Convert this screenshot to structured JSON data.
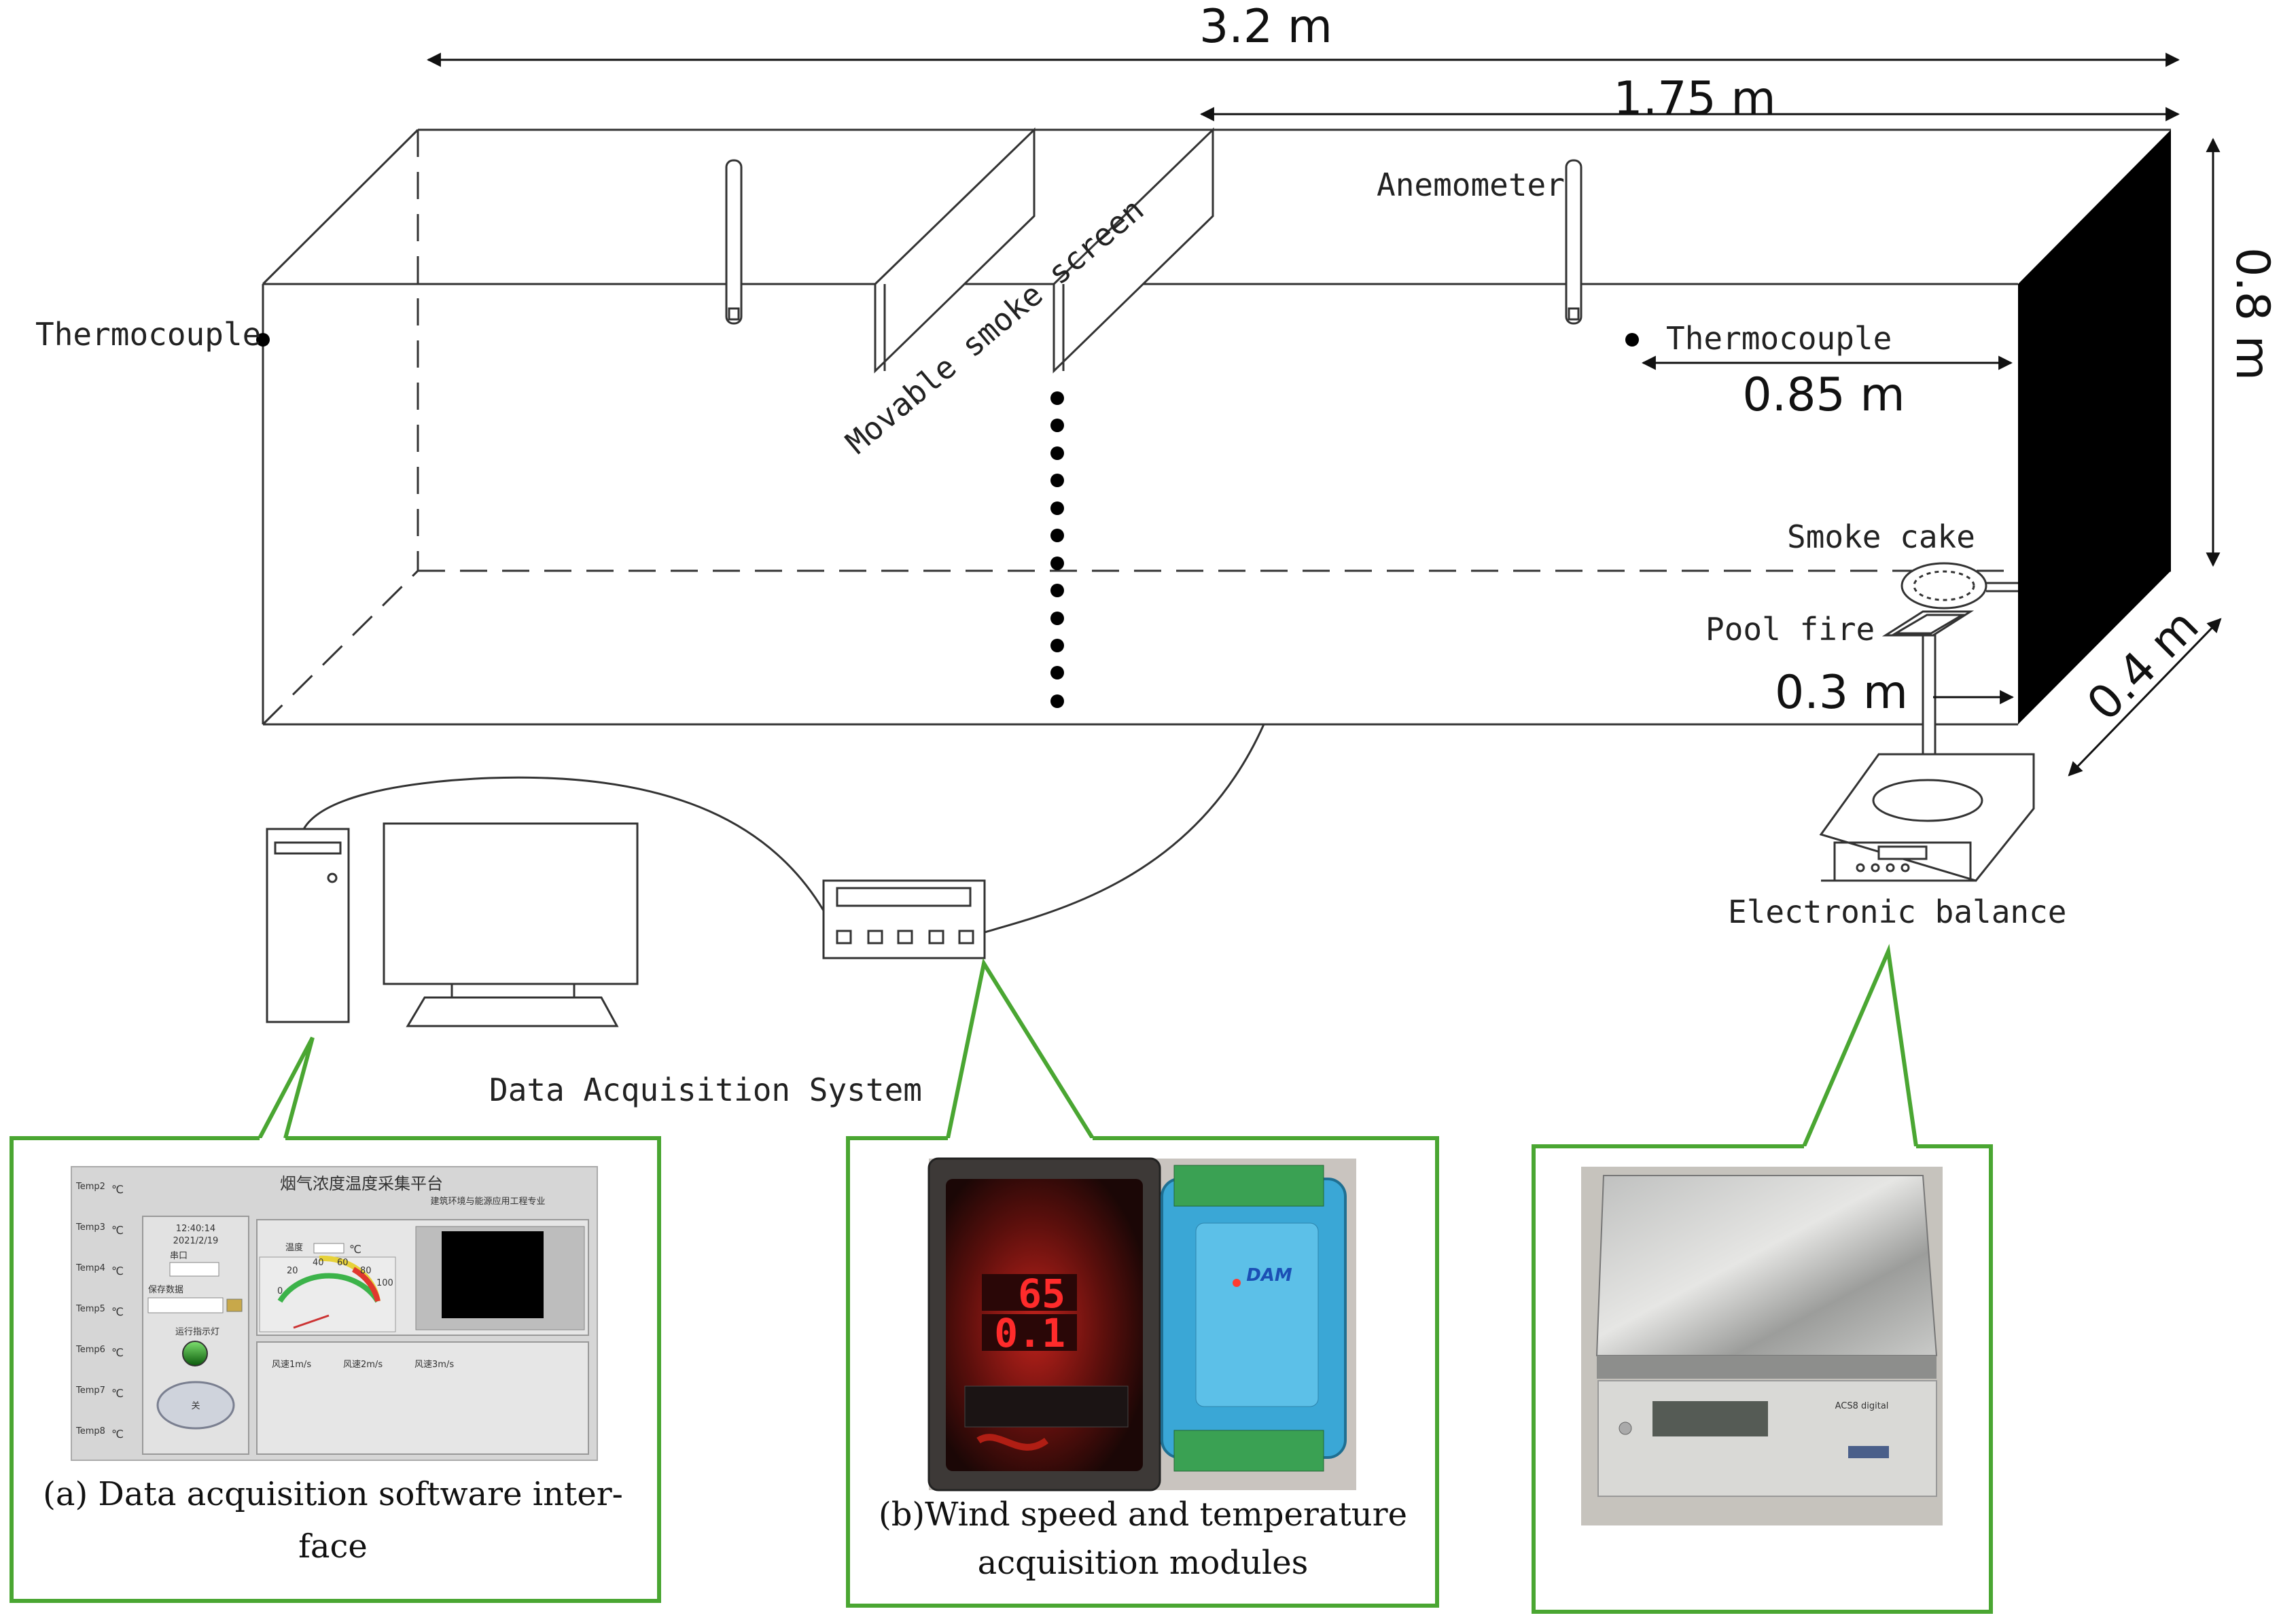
{
  "dimensions": {
    "length_total": "3.2 m",
    "length_part": "1.75 m",
    "height": "0.8 m",
    "width": "0.4 m",
    "thermocouple_distance": "0.85 m",
    "fire_distance": "0.3 m"
  },
  "labels": {
    "thermocouple_left": "Thermocouple",
    "thermocouple_right": "Thermocouple",
    "smoke_screen": "Movable smoke screen",
    "anemometer": "Anemometer",
    "smoke_cake": "Smoke cake",
    "pool_fire": "Pool fire",
    "electronic_balance": "Electronic balance",
    "data_acquisition_system": "Data Acquisition System"
  },
  "panels": {
    "a": {
      "caption_line1": "(a) Data acquisition software inter-",
      "caption_line2": "face",
      "window_title": "烟气浓度温度采集平台",
      "subtitle": "建筑环境与能源应用工程专业",
      "time": "12:40:14",
      "date": "2021/2/19",
      "temp_labels": [
        "Temp2",
        "Temp3",
        "Temp4",
        "Temp5",
        "Temp6",
        "Temp7",
        "Temp8"
      ],
      "unit": "℃",
      "port_label": "串口",
      "save_label": "保存数据",
      "running_label": "运行指示灯",
      "stop_button": "关",
      "gauge_label": "温度",
      "gauge_ticks": [
        "0",
        "20",
        "40",
        "60",
        "80",
        "100"
      ],
      "wind_labels": [
        "风速1m/s",
        "风速2m/s",
        "风速3m/s"
      ]
    },
    "b": {
      "caption_line1": "(b)Wind speed and temperature",
      "caption_line2": "acquisition modules",
      "display_top": "65",
      "display_bottom": "0.1",
      "module_brand": "DAM"
    },
    "c": {
      "balance_brand": "ACS8 digital"
    }
  },
  "colors": {
    "callout_border": "#4aa632",
    "line": "#333333",
    "end_wall": "#000000"
  }
}
